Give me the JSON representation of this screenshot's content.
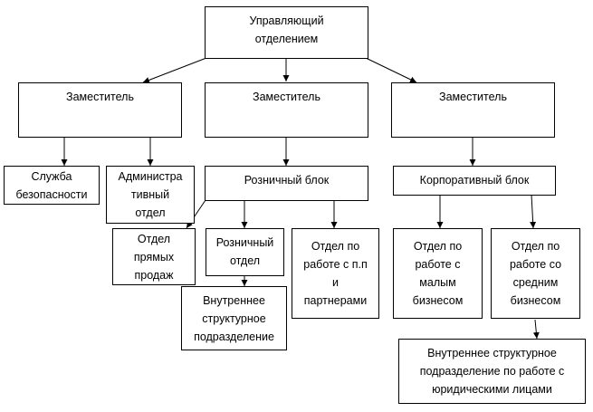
{
  "diagram": {
    "nodes": {
      "head": {
        "label": "Управляющий\nотделением"
      },
      "deputy_left": {
        "label": "Заместитель"
      },
      "deputy_center": {
        "label": "Заместитель"
      },
      "deputy_right": {
        "label": "Заместитель"
      },
      "security": {
        "label": "Служба\nбезопасности"
      },
      "admin": {
        "label": "Администра\nтивный\nотдел"
      },
      "retail_block": {
        "label": "Розничный блок"
      },
      "corporate_block": {
        "label": "Корпоративный блок"
      },
      "direct_sales": {
        "label": "Отдел\nпрямых\nпродаж"
      },
      "retail_dept": {
        "label": "Розничный\nотдел"
      },
      "partners_dept": {
        "label": "Отдел по\nработе с п.п\nи\nпартнерами"
      },
      "small_business": {
        "label": "Отдел по\nработе с\nмалым\nбизнесом"
      },
      "medium_business": {
        "label": "Отдел по\nработе со\nсредним\nбизнесом"
      },
      "internal_retail": {
        "label": "Внутреннее\nструктурное\nподразделение"
      },
      "internal_legal": {
        "label": "Внутреннее структурное\nподразделение по работе с\nюридическими лицами"
      }
    },
    "edges": [
      {
        "from": "head",
        "to": "deputy_left"
      },
      {
        "from": "head",
        "to": "deputy_center"
      },
      {
        "from": "head",
        "to": "deputy_right"
      },
      {
        "from": "deputy_left",
        "to": "security"
      },
      {
        "from": "deputy_left",
        "to": "admin"
      },
      {
        "from": "deputy_center",
        "to": "retail_block"
      },
      {
        "from": "deputy_right",
        "to": "corporate_block"
      },
      {
        "from": "retail_block",
        "to": "direct_sales"
      },
      {
        "from": "retail_block",
        "to": "retail_dept"
      },
      {
        "from": "retail_block",
        "to": "partners_dept"
      },
      {
        "from": "corporate_block",
        "to": "small_business"
      },
      {
        "from": "corporate_block",
        "to": "medium_business"
      },
      {
        "from": "retail_dept",
        "to": "internal_retail"
      },
      {
        "from": "medium_business",
        "to": "internal_legal"
      }
    ]
  }
}
